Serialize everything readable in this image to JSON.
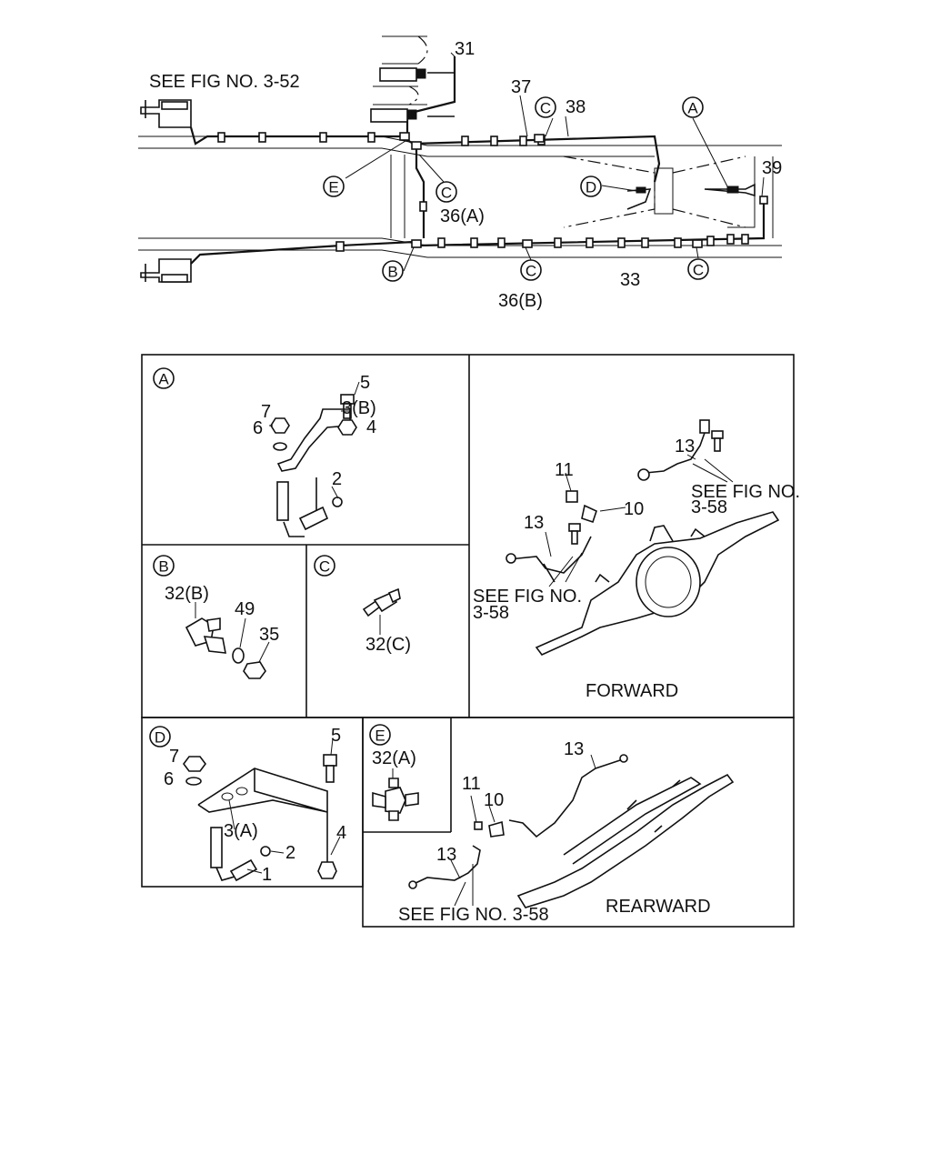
{
  "top_diagram": {
    "see_fig_top": "SEE FIG NO. 3-52",
    "part_31": "31",
    "part_37": "37",
    "part_38": "38",
    "part_39": "39",
    "part_36a": "36(A)",
    "part_36b": "36(B)",
    "part_33": "33",
    "callout_a": "A",
    "callout_b": "B",
    "callout_c": "C",
    "callout_d": "D",
    "callout_e": "E"
  },
  "panel_a": {
    "letter": "A",
    "part_5": "5",
    "part_3b": "3(B)",
    "part_7": "7",
    "part_6": "6",
    "part_4": "4",
    "part_2": "2"
  },
  "panel_b": {
    "letter": "B",
    "part_32b": "32(B)",
    "part_49": "49",
    "part_35": "35"
  },
  "panel_c": {
    "letter": "C",
    "part_32c": "32(C)"
  },
  "panel_forward": {
    "part_13a": "13",
    "part_13b": "13",
    "part_11": "11",
    "part_10": "10",
    "see_fig_right_1": "SEE FIG NO.",
    "see_fig_right_2": "3-58",
    "see_fig_left_1": "SEE FIG NO.",
    "see_fig_left_2": "3-58",
    "caption": "FORWARD"
  },
  "panel_d": {
    "letter": "D",
    "part_5": "5",
    "part_7": "7",
    "part_6": "6",
    "part_3a": "3(A)",
    "part_2": "2",
    "part_4": "4",
    "part_1": "1"
  },
  "panel_e": {
    "letter": "E",
    "part_32a": "32(A)"
  },
  "panel_rearward": {
    "part_13a": "13",
    "part_13b": "13",
    "part_11": "11",
    "part_10": "10",
    "see_fig": "SEE FIG NO. 3-58",
    "caption": "REARWARD"
  }
}
